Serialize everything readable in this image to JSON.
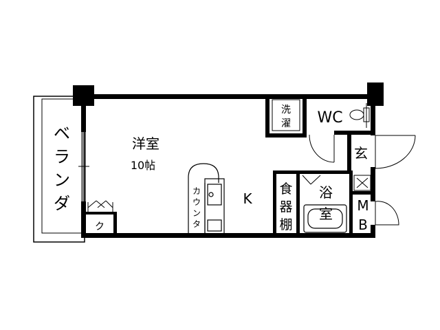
{
  "floorplan": {
    "rooms": {
      "western_room": {
        "name": "洋室",
        "size": "10帖"
      },
      "balcony": "ベランダ",
      "kitchen": "K",
      "counter": "カウンタ",
      "closet": "ク",
      "laundry": [
        "洗",
        "濯"
      ],
      "toilet": "WC",
      "entrance": "玄",
      "pantry": [
        "食",
        "器",
        "棚"
      ],
      "bathroom": [
        "浴",
        "室"
      ],
      "meter_box": [
        "M",
        "B"
      ]
    }
  }
}
